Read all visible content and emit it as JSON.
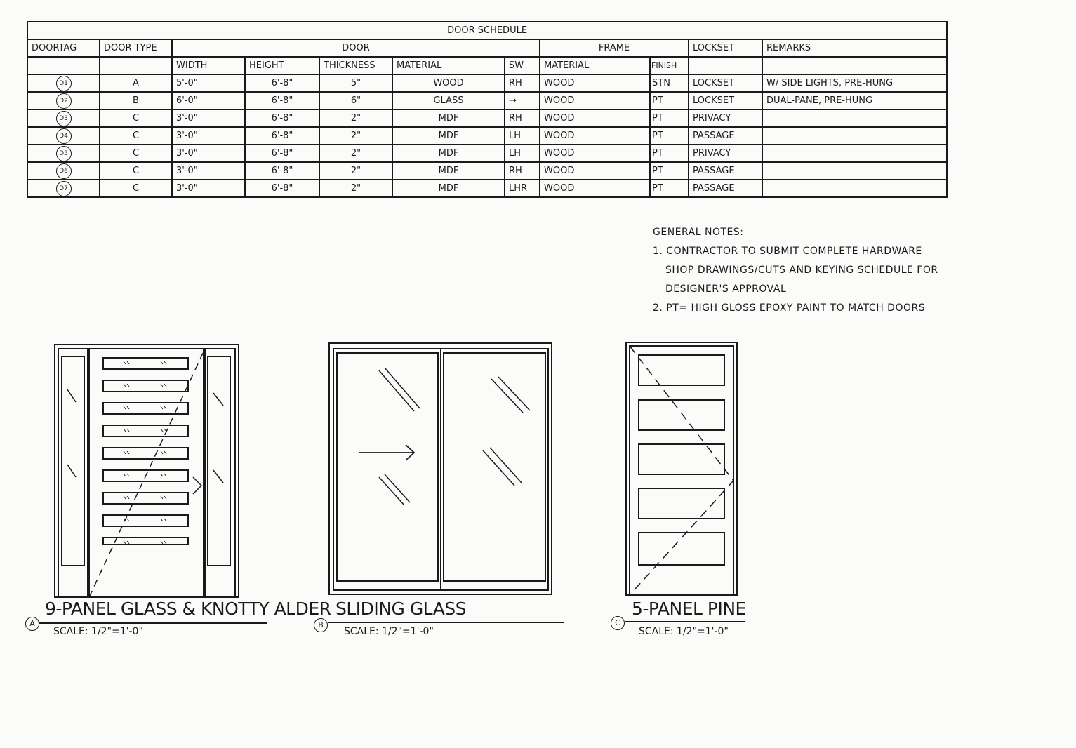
{
  "schedule": {
    "title": "DOOR SCHEDULE",
    "group_headers": {
      "door_tag": "DOORTAG",
      "door_type": "DOOR TYPE",
      "door": "DOOR",
      "frame": "FRAME",
      "lockset": "LOCKSET",
      "remarks": "REMARKS"
    },
    "sub_headers": {
      "width": "WIDTH",
      "height": "HEIGHT",
      "thickness": "THICKNESS",
      "material": "MATERIAL",
      "swing": "SW",
      "frame_material": "MATERIAL",
      "finish": "FINISH"
    },
    "rows": [
      {
        "tag": "D1",
        "type": "A",
        "width": "5'-0\"",
        "height": "6'-8\"",
        "thickness": "5\"",
        "material": "WOOD",
        "swing": "RH",
        "frame_material": "WOOD",
        "finish": "STN",
        "lockset": "LOCKSET",
        "remarks": "W/ SIDE LIGHTS, PRE-HUNG"
      },
      {
        "tag": "D2",
        "type": "B",
        "width": "6'-0\"",
        "height": "6'-8\"",
        "thickness": "6\"",
        "material": "GLASS",
        "swing": "→",
        "frame_material": "WOOD",
        "finish": "PT",
        "lockset": "LOCKSET",
        "remarks": "DUAL-PANE, PRE-HUNG"
      },
      {
        "tag": "D3",
        "type": "C",
        "width": "3'-0\"",
        "height": "6'-8\"",
        "thickness": "2\"",
        "material": "MDF",
        "swing": "RH",
        "frame_material": "WOOD",
        "finish": "PT",
        "lockset": "PRIVACY",
        "remarks": ""
      },
      {
        "tag": "D4",
        "type": "C",
        "width": "3'-0\"",
        "height": "6'-8\"",
        "thickness": "2\"",
        "material": "MDF",
        "swing": "LH",
        "frame_material": "WOOD",
        "finish": "PT",
        "lockset": "PASSAGE",
        "remarks": ""
      },
      {
        "tag": "D5",
        "type": "C",
        "width": "3'-0\"",
        "height": "6'-8\"",
        "thickness": "2\"",
        "material": "MDF",
        "swing": "LH",
        "frame_material": "WOOD",
        "finish": "PT",
        "lockset": "PRIVACY",
        "remarks": ""
      },
      {
        "tag": "D6",
        "type": "C",
        "width": "3'-0\"",
        "height": "6'-8\"",
        "thickness": "2\"",
        "material": "MDF",
        "swing": "RH",
        "frame_material": "WOOD",
        "finish": "PT",
        "lockset": "PASSAGE",
        "remarks": ""
      },
      {
        "tag": "D7",
        "type": "C",
        "width": "3'-0\"",
        "height": "6'-8\"",
        "thickness": "2\"",
        "material": "MDF",
        "swing": "LHR",
        "frame_material": "WOOD",
        "finish": "PT",
        "lockset": "PASSAGE",
        "remarks": ""
      }
    ]
  },
  "notes": {
    "title": "GENERAL NOTES:",
    "items": [
      [
        "1. CONTRACTOR TO SUBMIT COMPLETE HARDWARE",
        "SHOP DRAWINGS/CUTS AND KEYING SCHEDULE FOR",
        "DESIGNER'S APPROVAL"
      ],
      [
        "2. PT= HIGH GLOSS EPOXY PAINT TO MATCH DOORS"
      ]
    ]
  },
  "elevations": [
    {
      "letter": "A",
      "title": "9-PANEL GLASS & KNOTTY ALDER",
      "scale": "SCALE: 1/2\"=1'-0\""
    },
    {
      "letter": "B",
      "title": "SLIDING GLASS",
      "scale": "SCALE: 1/2\"=1'-0\""
    },
    {
      "letter": "C",
      "title": "5-PANEL PINE",
      "scale": "SCALE: 1/2\"=1'-0\""
    }
  ]
}
